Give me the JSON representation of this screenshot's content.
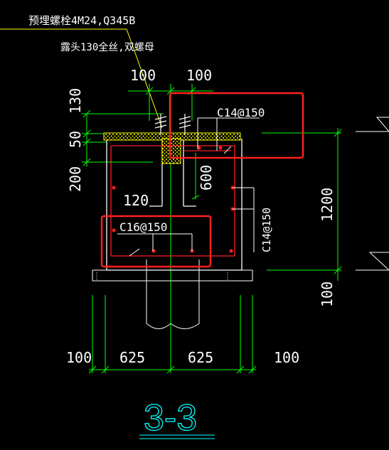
{
  "drawing": {
    "section_title": "3-3",
    "anchor_note_line1": "预埋螺栓4M24,Q345B",
    "anchor_note_line2": "露头130全丝,双螺母",
    "rebar_top": "C14@150",
    "rebar_bottom": "C16@150",
    "rebar_side": "C14@150",
    "dim_top_left": "100",
    "dim_top_right": "100",
    "dim_v_130": "130",
    "dim_v_50": "50",
    "dim_v_200": "200",
    "dim_120": "120",
    "dim_600": "600",
    "dim_1200": "1200",
    "dim_right_100": "100",
    "dim_bottom_1": "100",
    "dim_bottom_2": "625",
    "dim_bottom_3": "625",
    "dim_bottom_4": "100"
  },
  "colors": {
    "background": "#000000",
    "line": "#ffffff",
    "dimension": "#00ff00",
    "rebar": "#ff2020",
    "highlight_box": "#ff2020",
    "hatch": "#ffff00",
    "title": "#00ffff"
  }
}
